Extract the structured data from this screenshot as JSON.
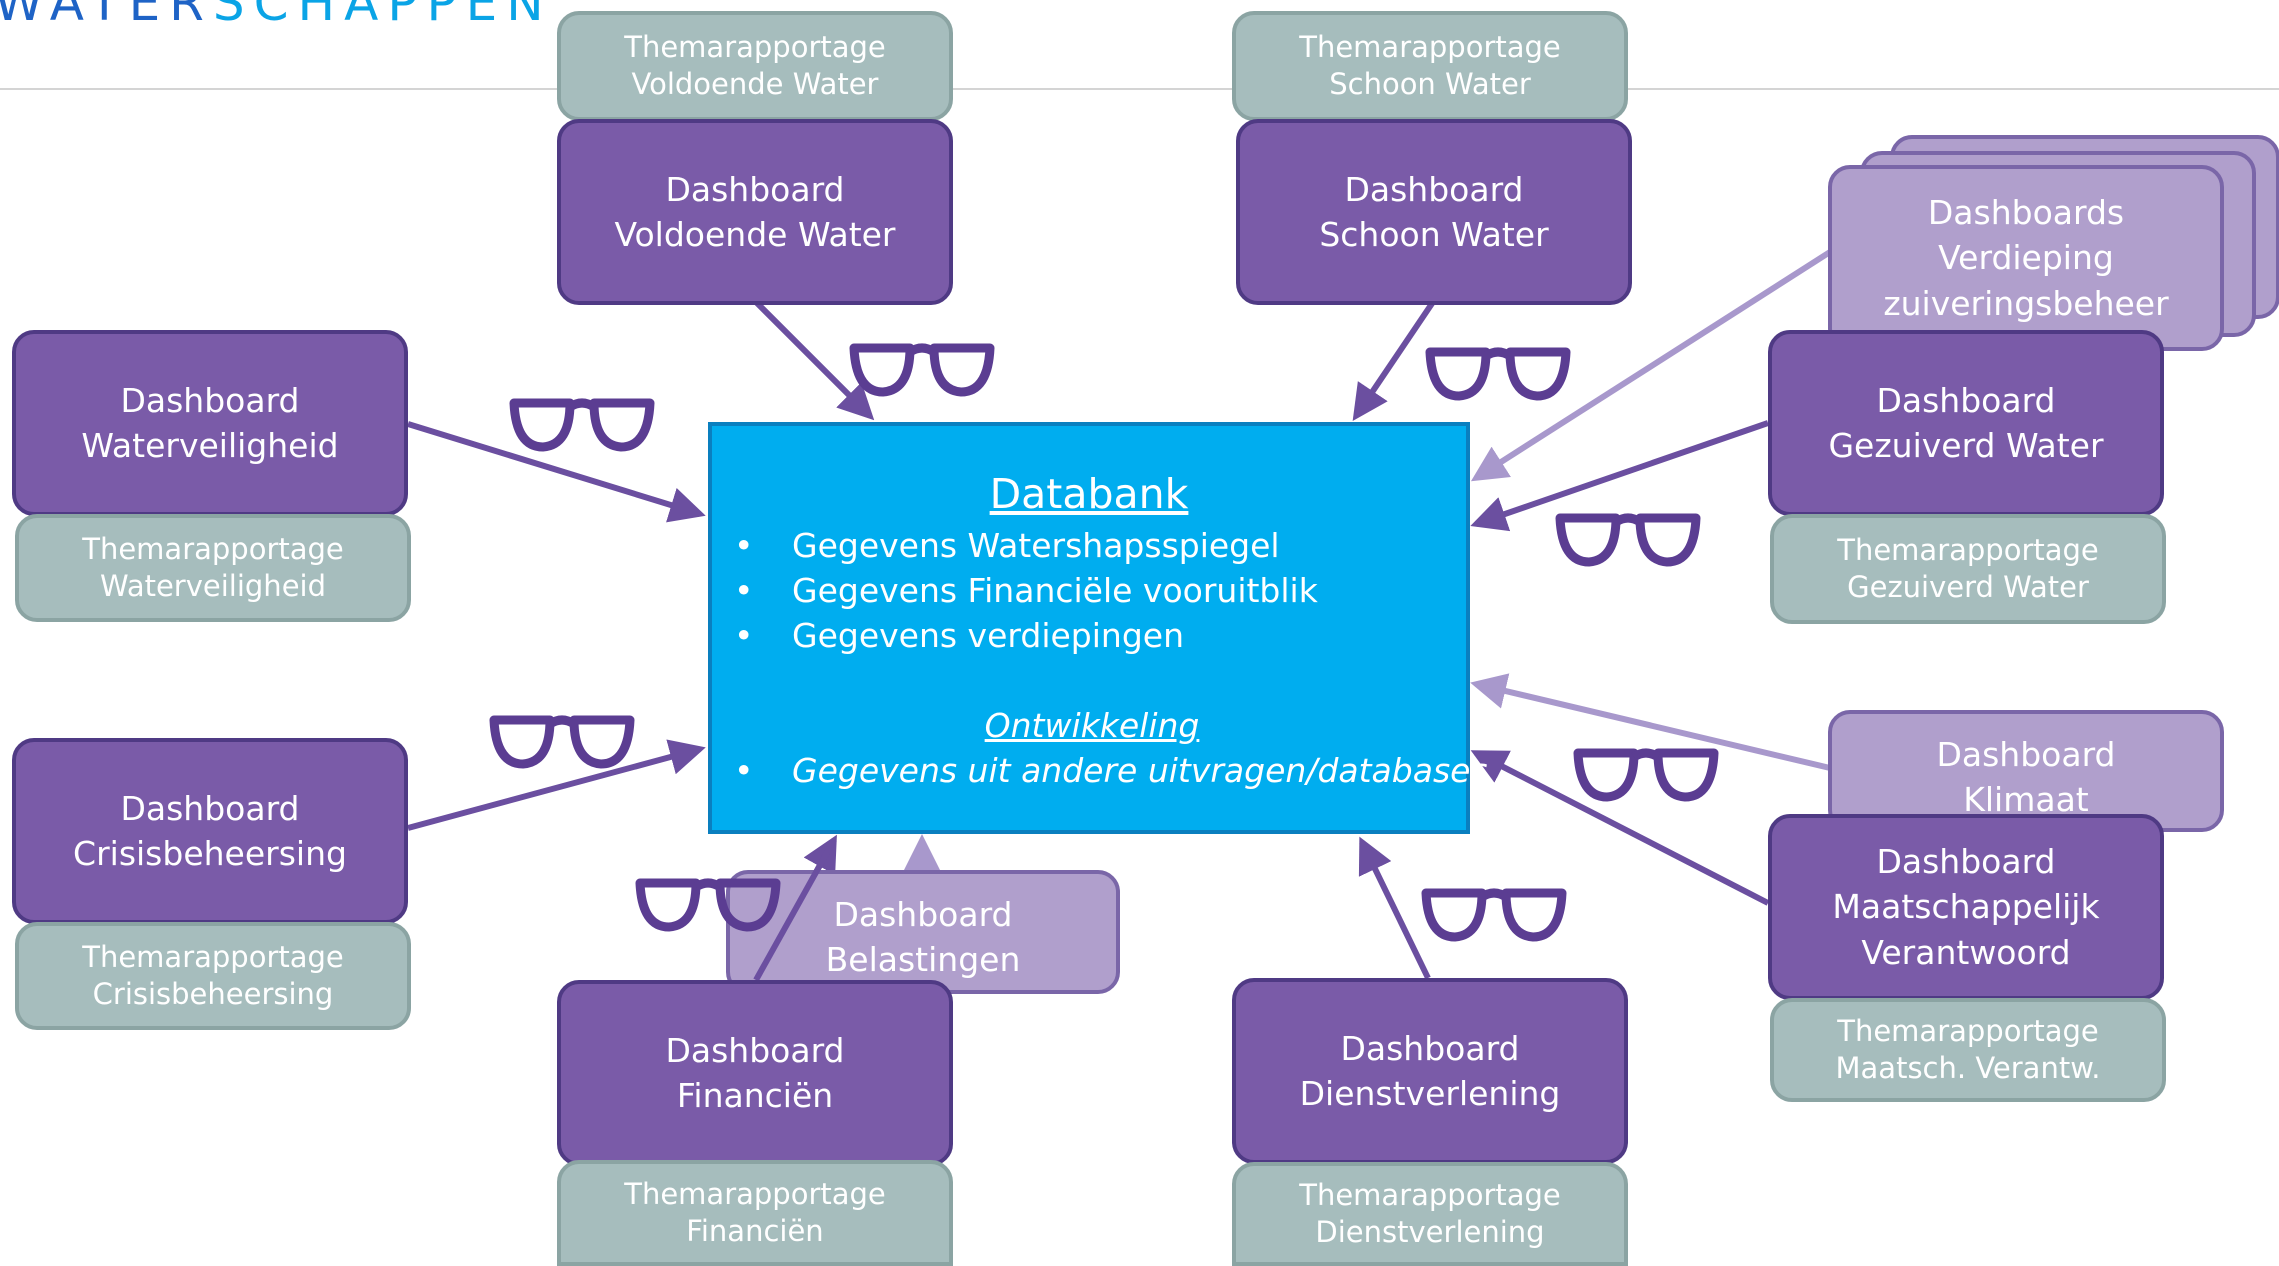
{
  "logo": {
    "text_dark": "WATER",
    "text_light": "SCHAPPEN"
  },
  "colors": {
    "dashboard": "#7a5ba8",
    "dashboard_border": "#4f3a84",
    "dashboard_light": "#b09fcc",
    "themarapportage": "#a6bdbd",
    "databank": "#00adef",
    "arrow_dark": "#6b4fa0",
    "arrow_light": "#a898cc",
    "glasses": "#5b3d92"
  },
  "databank": {
    "title": "Databank",
    "items": [
      "Gegevens Watershapsspiegel",
      "Gegevens Financiële vooruitblik",
      "Gegevens verdiepingen"
    ],
    "ontwikkeling_title": "Ontwikkeling",
    "ontwikkeling_items": [
      "Gegevens uit andere uitvragen/databases"
    ],
    "bullet": "•"
  },
  "dashboards": {
    "voldoende_water": [
      "Dashboard",
      "Voldoende Water"
    ],
    "schoon_water": [
      "Dashboard",
      "Schoon Water"
    ],
    "waterveiligheid": [
      "Dashboard",
      "Waterveiligheid"
    ],
    "gezuiverd_water": [
      "Dashboard",
      "Gezuiverd Water"
    ],
    "verdieping": [
      "Dashboards",
      "Verdieping",
      "zuiveringsbeheer"
    ],
    "crisisbeheersing": [
      "Dashboard",
      "Crisisbeheersing"
    ],
    "klimaat": [
      "Dashboard",
      "Klimaat"
    ],
    "maatschappelijk": [
      "Dashboard",
      "Maatschappelijk",
      "Verantwoord"
    ],
    "belastingen": [
      "Dashboard",
      "Belastingen"
    ],
    "financien": [
      "Dashboard",
      "Financiën"
    ],
    "dienstverlening": [
      "Dashboard",
      "Dienstverlening"
    ]
  },
  "thema": {
    "voldoende_water": [
      "Themarapportage",
      "Voldoende Water"
    ],
    "schoon_water": [
      "Themarapportage",
      "Schoon Water"
    ],
    "waterveiligheid": [
      "Themarapportage",
      "Waterveiligheid"
    ],
    "gezuiverd_water": [
      "Themarapportage",
      "Gezuiverd Water"
    ],
    "crisisbeheersing": [
      "Themarapportage",
      "Crisisbeheersing"
    ],
    "maatschappelijk": [
      "Themarapportage",
      "Maatsch. Verantw."
    ],
    "financien": [
      "Themarapportage",
      "Financiën"
    ],
    "dienstverlening": [
      "Themarapportage",
      "Dienstverlening"
    ]
  },
  "glasses_icon": "glasses-icon"
}
